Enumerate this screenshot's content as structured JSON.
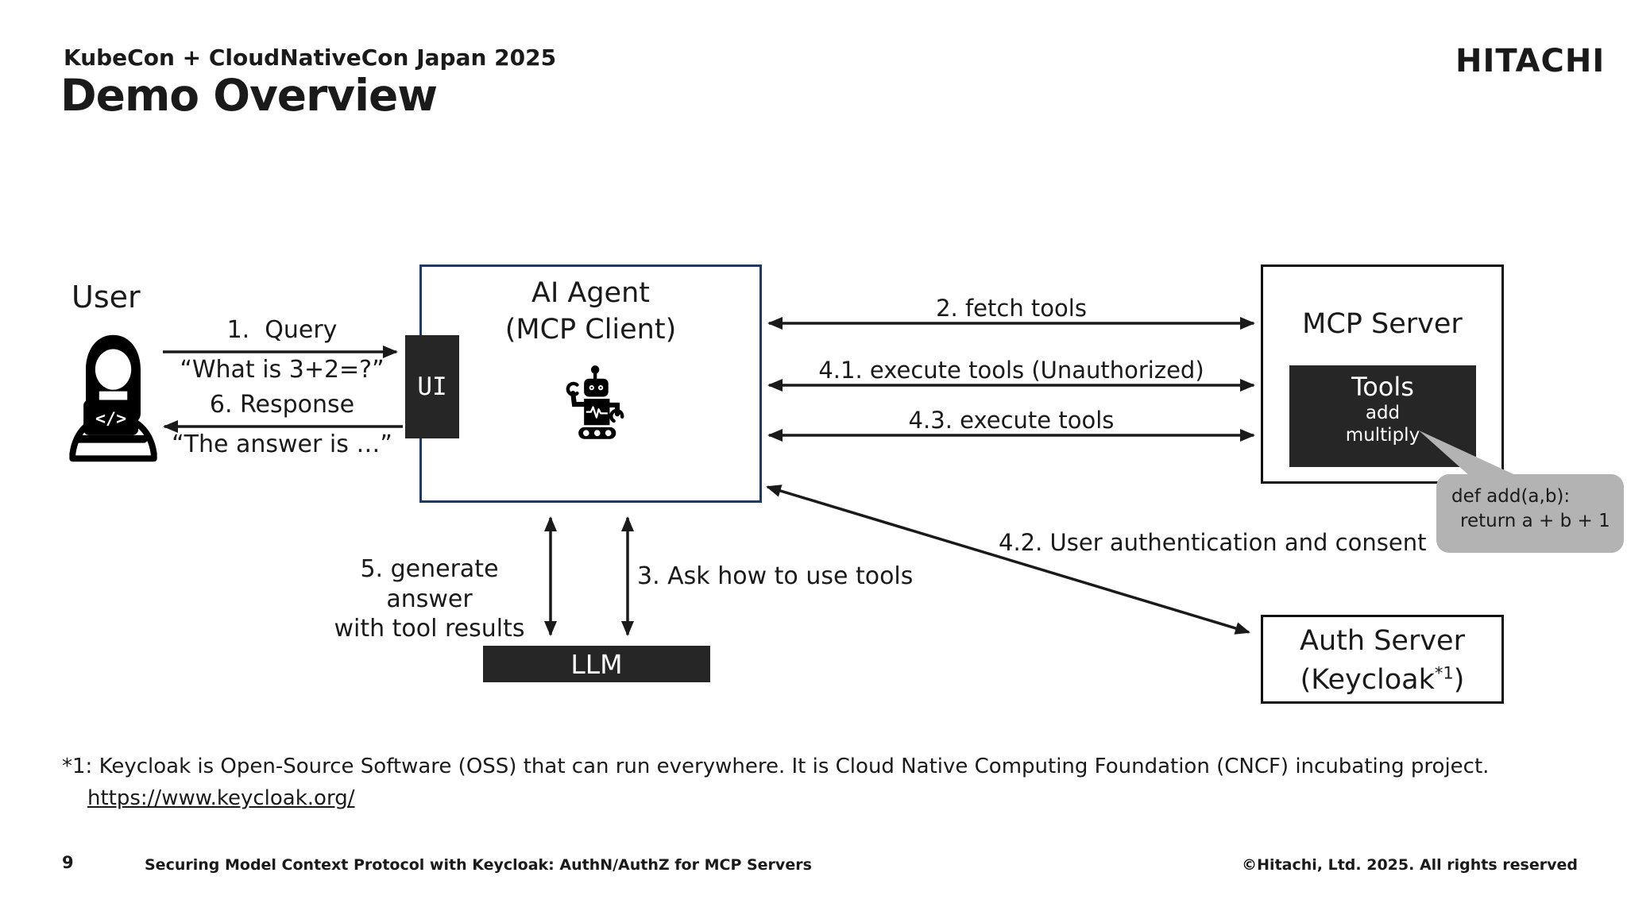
{
  "slide": {
    "eyebrow": "KubeCon + CloudNativeCon Japan 2025",
    "title": "Demo Overview",
    "logo": "HITACHI"
  },
  "diagram": {
    "user": {
      "label": "User",
      "laptop_glyph": "</>"
    },
    "ui_box": {
      "label": "UI"
    },
    "ai_agent": {
      "title_line1": "AI Agent",
      "title_line2": "(MCP Client)"
    },
    "mcp_server": {
      "title": "MCP Server",
      "tools_title": "Tools",
      "tool_add": "add",
      "tool_multiply": "multiply"
    },
    "code_bubble": {
      "line1": "def add(a,b):",
      "line2": "return a + b + 1"
    },
    "auth_server": {
      "line1": "Auth Server",
      "line2_pre": "(Keycloak",
      "line2_sup": "*1",
      "line2_post": ")"
    },
    "llm_box": {
      "label": "LLM"
    },
    "flows": {
      "query": {
        "label": "1.  Query",
        "sub": "“What is 3+2=?”"
      },
      "fetch_tools": {
        "label": "2. fetch tools"
      },
      "ask_llm": {
        "label": "3. Ask how to use tools"
      },
      "execute_unauthorized": {
        "label": "4.1. execute tools (Unauthorized)"
      },
      "user_auth": {
        "label": "4.2. User authentication and consent"
      },
      "execute_tools": {
        "label": "4.3. execute tools"
      },
      "generate_answer_line1": "5. generate answer",
      "generate_answer_line2": "with tool results",
      "response": {
        "label": "6. Response",
        "sub": "“The answer is …”"
      }
    }
  },
  "footnote": {
    "text": "*1: Keycloak is Open-Source Software (OSS) that can run everywhere. It is Cloud Native Computing Foundation (CNCF) incubating project.",
    "link": "https://www.keycloak.org/"
  },
  "footer": {
    "page_number": "9",
    "title": "Securing Model Context Protocol with Keycloak: AuthN/AuthZ for MCP Servers",
    "copyright": "©Hitachi, Ltd. 2025. All rights reserved"
  },
  "colors": {
    "accent_border": "#1f3864",
    "dark_box": "#262626",
    "bubble_gray": "#b3b3b3",
    "arrow": "#1a1a1a"
  }
}
